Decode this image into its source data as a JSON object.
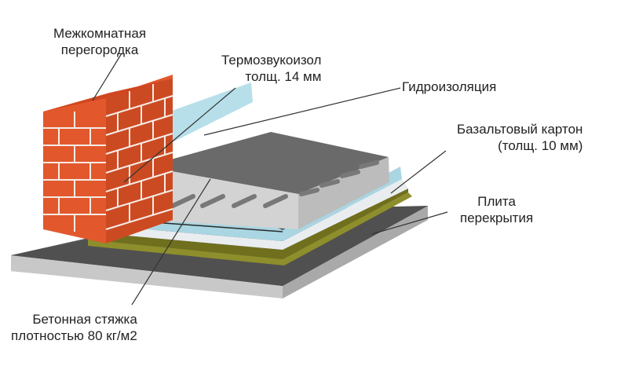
{
  "labels": {
    "partition": {
      "line1": "Межкомнатная",
      "line2": "перегородка"
    },
    "insulation": {
      "line1": "Термозвукоизол",
      "line2": "толщ. 14 мм"
    },
    "waterproofing": {
      "line1": "Гидроизоляция"
    },
    "basalt": {
      "line1": "Базальтовый картон",
      "line2": "(толщ. 10 мм)"
    },
    "slab": {
      "line1": "Плита",
      "line2": "перекрытия"
    },
    "screed": {
      "line1": "Бетонная стяжка",
      "line2": "плотностью 80 кг/м2"
    }
  },
  "colors": {
    "brick": "#e2582c",
    "brick_dark": "#c84a20",
    "mortar": "#f7efe9",
    "concrete_top": "#6b6b6b",
    "concrete_front": "#d6d6d6",
    "slab_top": "#555555",
    "slab_front": "#bdbdbd",
    "basalt": "#8f8f2a",
    "insulation": "#a9d8e3",
    "waterproof": "#e8ecee",
    "rebar": "#7a7a7a",
    "leader": "#333333"
  },
  "icons": {
    "partition": "brick-wall-icon",
    "rebar": "rebar-rod-icon"
  }
}
